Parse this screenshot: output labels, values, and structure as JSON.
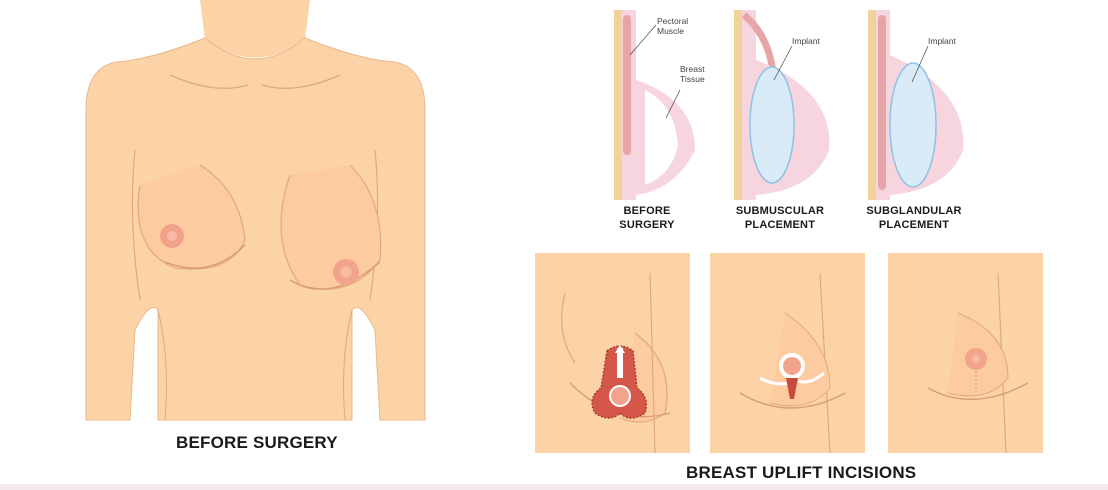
{
  "torso": {
    "caption": "BEFORE SURGERY"
  },
  "cross_sections": {
    "panels": [
      {
        "caption_line1": "BEFORE",
        "caption_line2": "SURGERY",
        "callouts": [
          "Pectoral Muscle",
          "Breast Tissue"
        ]
      },
      {
        "caption_line1": "SUBMUSCULAR",
        "caption_line2": "PLACEMENT",
        "callouts": [
          "Implant"
        ]
      },
      {
        "caption_line1": "SUBGLANDULAR",
        "caption_line2": "PLACEMENT",
        "callouts": [
          "Implant"
        ]
      }
    ]
  },
  "incisions": {
    "caption": "BREAST UPLIFT INCISIONS"
  },
  "colors": {
    "skin": "#fcd3a6",
    "skin_shadow": "#e8b88a",
    "skin_line": "#d9a57a",
    "nipple": "#f2a38c",
    "areola_center": "#f8c0aa",
    "tissue_pink": "#f7d5de",
    "muscle": "#e8a5a8",
    "implant": "#d9ebf7",
    "implant_line": "#8fc1e4",
    "incision_red": "#c94a3a"
  }
}
